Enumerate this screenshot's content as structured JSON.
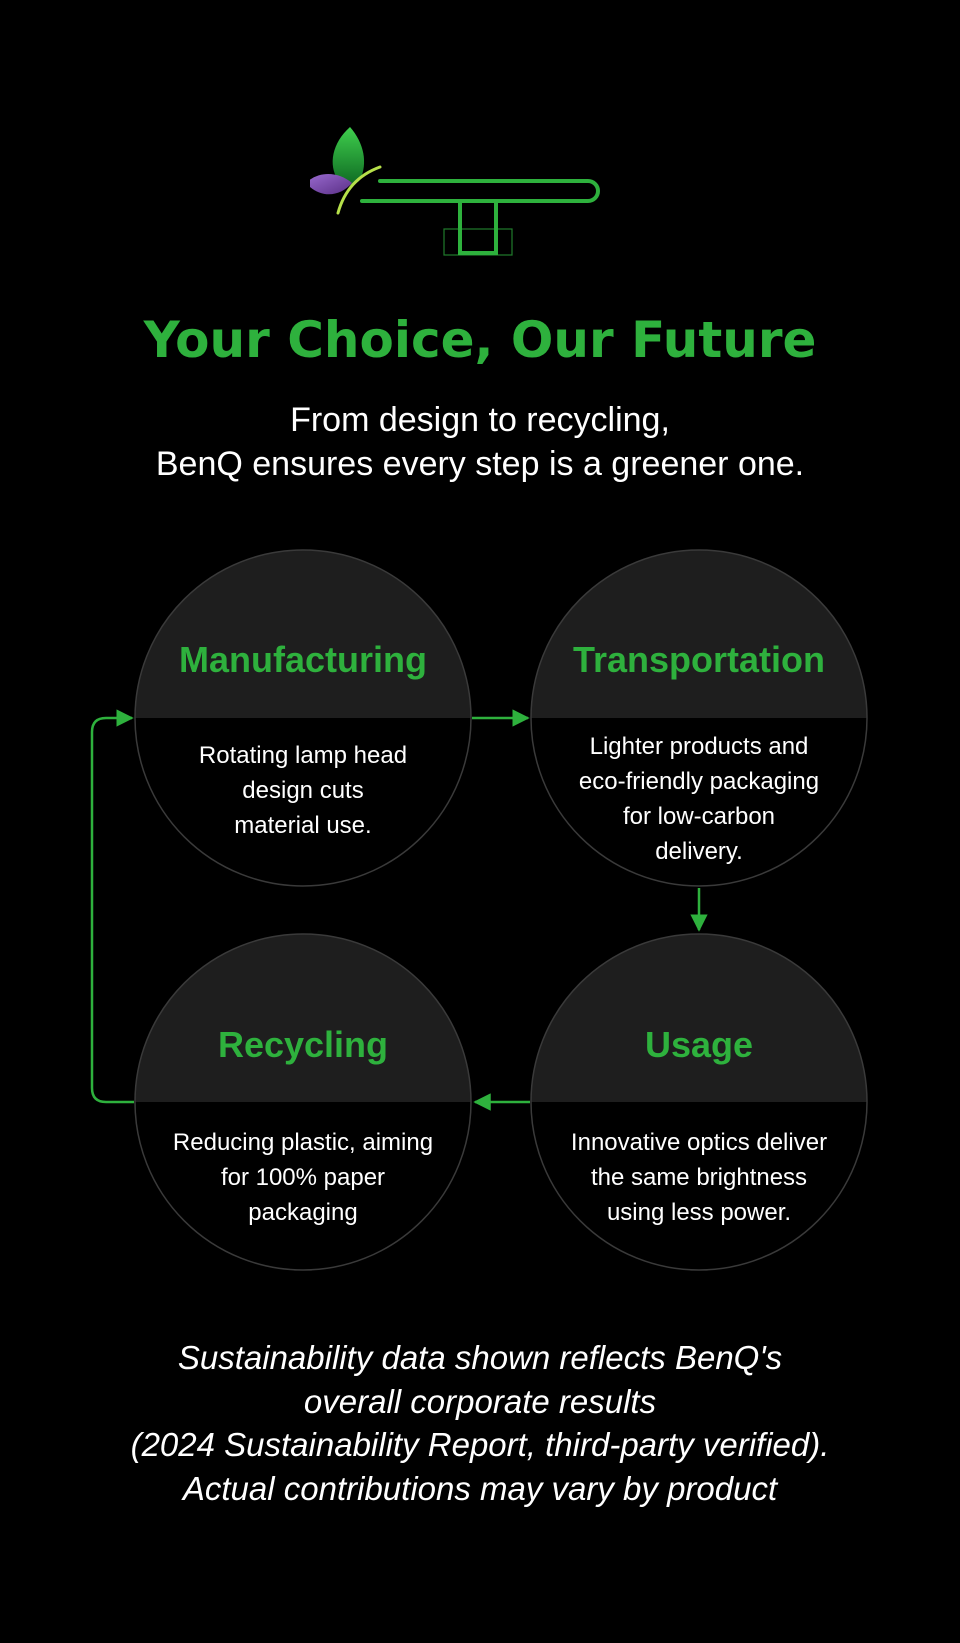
{
  "header": {
    "title": "Your Choice, Our Future",
    "subtitle_lines": [
      "From design to recycling,",
      "BenQ ensures every step is a greener one."
    ]
  },
  "cycle": {
    "manufacturing": {
      "title": "Manufacturing",
      "desc_lines": [
        "Rotating lamp head",
        "design cuts",
        "material use."
      ]
    },
    "transportation": {
      "title": "Transportation",
      "desc_lines": [
        "Lighter products and",
        "eco-friendly packaging",
        "for low-carbon",
        "delivery."
      ]
    },
    "usage": {
      "title": "Usage",
      "desc_lines": [
        "Innovative optics deliver",
        "the same brightness",
        "using less power."
      ]
    },
    "recycling": {
      "title": "Recycling",
      "desc_lines": [
        "Reducing plastic, aiming",
        "for 100% paper",
        "packaging"
      ]
    }
  },
  "disclaimer_lines": [
    "Sustainability data shown reflects BenQ's",
    "overall corporate results",
    "(2024 Sustainability Report, third-party verified).",
    "Actual contributions may vary by product"
  ],
  "colors": {
    "background": "#000000",
    "accent_green": "#2eb13d",
    "circle_top": "#1e1e1e",
    "circle_bottom": "#000000",
    "circle_border": "#3a3a3a",
    "leaf_purple": "#7b4fa8",
    "text": "#ffffff"
  },
  "icons": {
    "logo": "leaf-desk-lamp-icon"
  }
}
